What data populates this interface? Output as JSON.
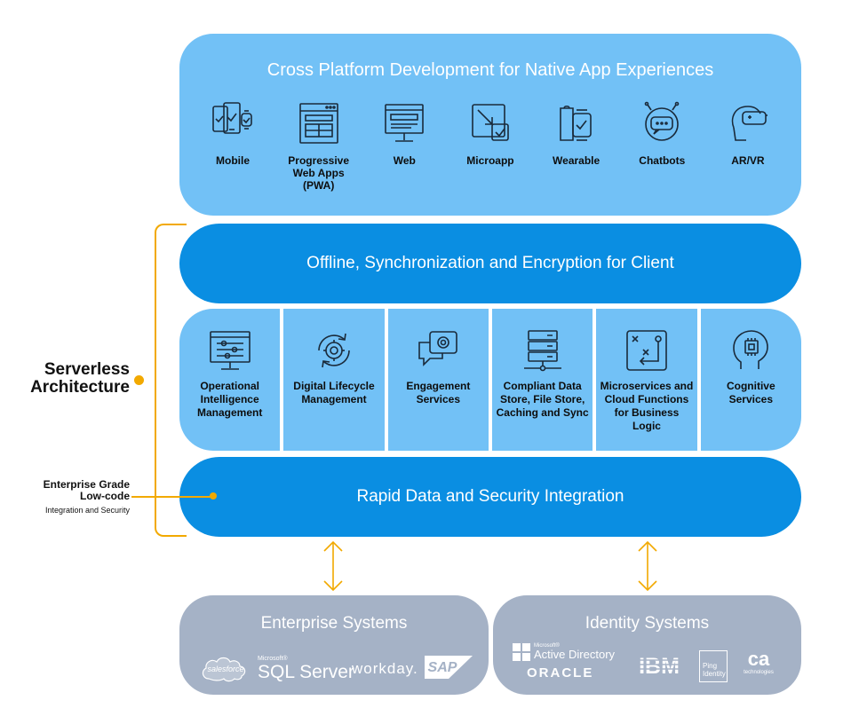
{
  "top": {
    "title": "Cross Platform Development for Native App Experiences",
    "platforms": [
      {
        "label": "Mobile",
        "icon": "mobile-devices-icon"
      },
      {
        "label": "Progressive Web Apps (PWA)",
        "icon": "pwa-browser-icon"
      },
      {
        "label": "Web",
        "icon": "web-monitor-icon"
      },
      {
        "label": "Microapp",
        "icon": "microapp-icon"
      },
      {
        "label": "Wearable",
        "icon": "wearable-icon"
      },
      {
        "label": "Chatbots",
        "icon": "chatbot-icon"
      },
      {
        "label": "AR/VR",
        "icon": "ar-vr-headset-icon"
      }
    ]
  },
  "offline_bar": {
    "label": "Offline, Synchronization and Encryption for Client"
  },
  "services": [
    {
      "label": "Operational Intelligence Management",
      "icon": "sliders-panel-icon"
    },
    {
      "label": "Digital Lifecycle Management",
      "icon": "gear-cycle-icon"
    },
    {
      "label": "Engagement Services",
      "icon": "chat-gear-icon"
    },
    {
      "label": "Compliant Data Store, File Store, Caching and Sync",
      "icon": "server-stack-icon"
    },
    {
      "label": "Microservices and Cloud Functions for Business Logic",
      "icon": "flow-path-icon"
    },
    {
      "label": "Cognitive Services",
      "icon": "brain-chip-icon"
    }
  ],
  "rapid_bar": {
    "label": "Rapid Data and Security Integration"
  },
  "left_labels": {
    "serverless_line1": "Serverless",
    "serverless_line2": "Architecture",
    "lowcode_line1": "Enterprise Grade",
    "lowcode_line2": "Low-code",
    "lowcode_sub": "Integration and Security"
  },
  "enterprise": {
    "title": "Enterprise Systems",
    "logos": {
      "salesforce": "salesforce",
      "sql_microsoft": "Microsoft®",
      "sql_server": "SQL Server",
      "workday": "workday.",
      "sap": "SAP"
    }
  },
  "identity": {
    "title": "Identity Systems",
    "logos": {
      "ad_microsoft": "Microsoft®",
      "active_directory": "Active Directory",
      "oracle": "ORACLE",
      "ibm": "IBM",
      "ping_line1": "Ping",
      "ping_line2": "Identity",
      "ca": "ca",
      "ca_sub": "technologies"
    }
  },
  "colors": {
    "light_blue": "#72c1f6",
    "dark_blue": "#0a8ee2",
    "gray_blue": "#a5b2c6",
    "accent_orange": "#f2a900"
  }
}
